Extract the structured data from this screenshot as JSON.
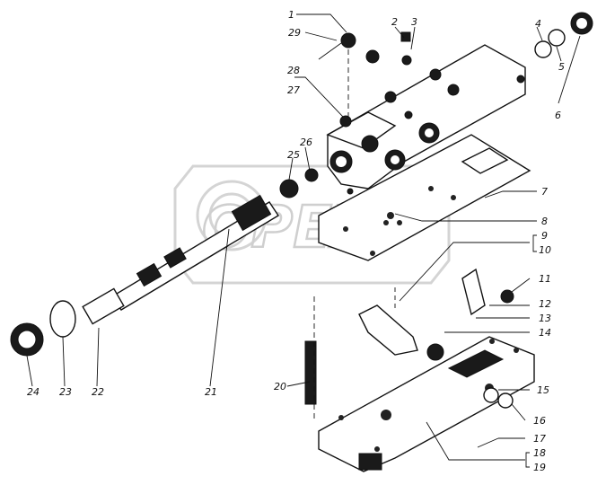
{
  "watermark": {
    "text": "OPEX"
  },
  "labels": {
    "p1": "1",
    "p2": "2",
    "p3": "3",
    "p4": "4",
    "p5": "5",
    "p6": "6",
    "p7": "7",
    "p8": "8",
    "p9": "9",
    "p10": "10",
    "p11": "11",
    "p12": "12",
    "p13": "13",
    "p14": "14",
    "p15": "15",
    "p16": "16",
    "p17": "17",
    "p18": "18",
    "p19": "19",
    "p20": "20",
    "p21": "21",
    "p22": "22",
    "p23": "23",
    "p24": "24",
    "p25": "25",
    "p26": "26",
    "p27": "27",
    "p28": "28",
    "p29": "29"
  }
}
